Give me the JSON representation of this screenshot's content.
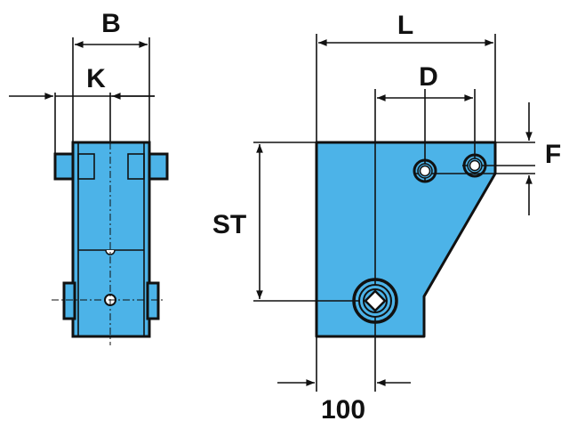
{
  "colors": {
    "part_fill": "#4cb3e8",
    "line": "#111111"
  },
  "side_view": {
    "labels": {
      "b": "B",
      "k": "K"
    }
  },
  "front_view": {
    "labels": {
      "l": "L",
      "d": "D",
      "f": "F",
      "st": "ST",
      "offset": "100"
    }
  }
}
